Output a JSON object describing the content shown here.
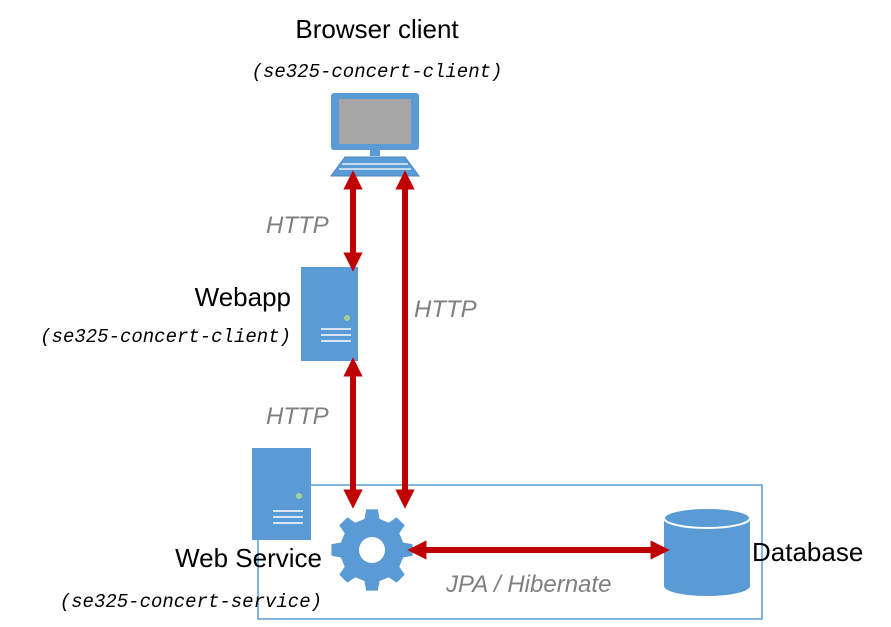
{
  "nodes": {
    "browser": {
      "title": "Browser client",
      "module": "(se325-concert-client)",
      "icon": "desktop-computer-icon"
    },
    "webapp": {
      "title": "Webapp",
      "module": "(se325-concert-client)",
      "icon": "server-tower-icon"
    },
    "service": {
      "title": "Web Service",
      "module": "(se325-concert-service)",
      "icon": "server-tower-icon"
    },
    "gear": {
      "icon": "gear-icon"
    },
    "database": {
      "title": "Database",
      "icon": "database-cylinder-icon"
    }
  },
  "connections": {
    "browser_webapp": "HTTP",
    "browser_service": "HTTP",
    "webapp_service": "HTTP",
    "service_database": "JPA / Hibernate"
  },
  "colors": {
    "arrow": "#c00000",
    "icon_fill": "#5b9bd5",
    "icon_stroke": "#4a86c0",
    "screen": "#a6a6a6",
    "container": "#5b9bd5",
    "protocol_text": "#7f7f7f"
  }
}
